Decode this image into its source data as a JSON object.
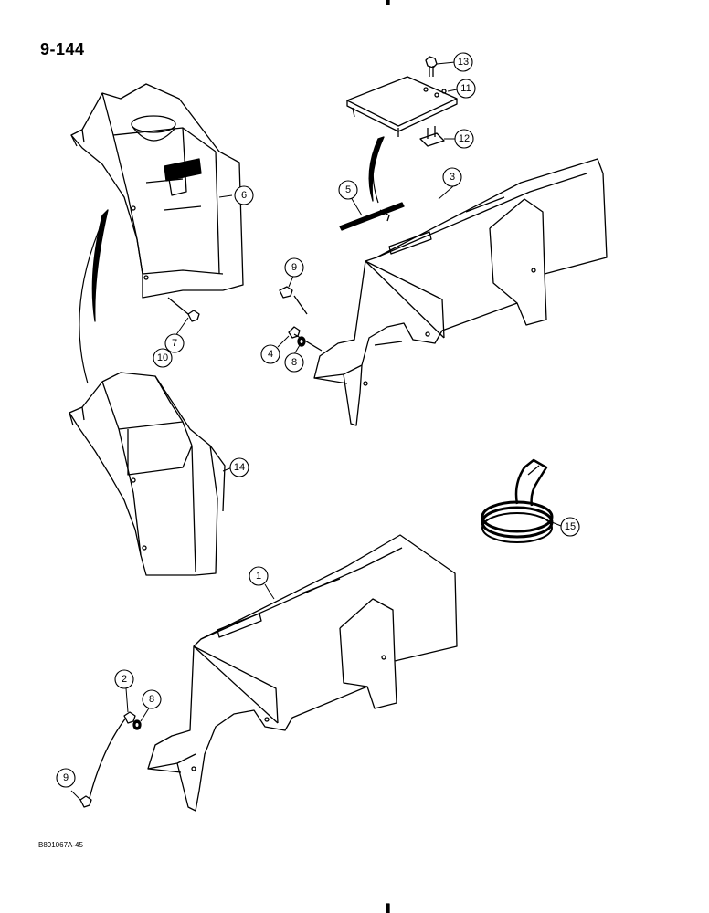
{
  "page_number": "9-144",
  "reference_code": "B891067A-45",
  "callouts": [
    {
      "id": "13",
      "label": "13"
    },
    {
      "id": "11",
      "label": "11"
    },
    {
      "id": "12",
      "label": "12"
    },
    {
      "id": "6",
      "label": "6"
    },
    {
      "id": "3",
      "label": "3"
    },
    {
      "id": "5",
      "label": "5"
    },
    {
      "id": "9a",
      "label": "9"
    },
    {
      "id": "7",
      "label": "7"
    },
    {
      "id": "10",
      "label": "10"
    },
    {
      "id": "4",
      "label": "4"
    },
    {
      "id": "8a",
      "label": "8"
    },
    {
      "id": "14",
      "label": "14"
    },
    {
      "id": "15",
      "label": "15"
    },
    {
      "id": "1",
      "label": "1"
    },
    {
      "id": "2",
      "label": "2"
    },
    {
      "id": "8b",
      "label": "8"
    },
    {
      "id": "9b",
      "label": "9"
    }
  ]
}
